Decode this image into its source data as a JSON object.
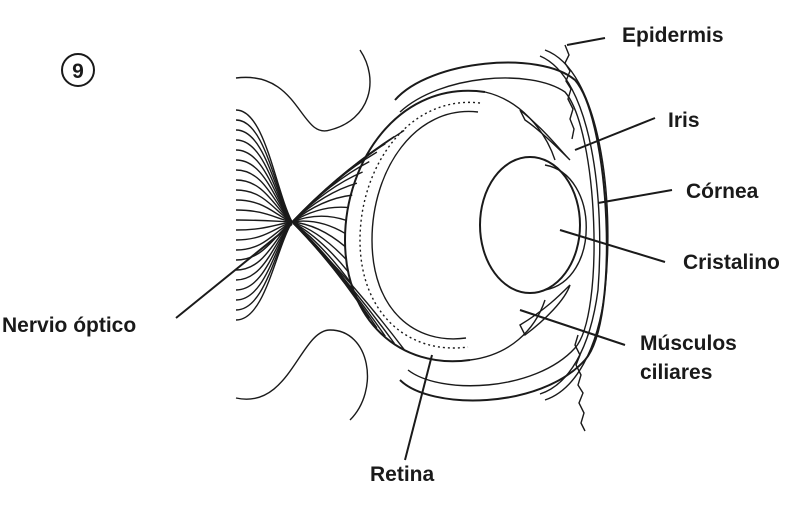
{
  "figure_number": "9",
  "labels": {
    "epidermis": "Epidermis",
    "iris": "Iris",
    "cornea": "Córnea",
    "cristalino": "Cristalino",
    "musculos_1": "Músculos",
    "musculos_2": "ciliares",
    "retina": "Retina",
    "nervio": "Nervio óptico"
  }
}
